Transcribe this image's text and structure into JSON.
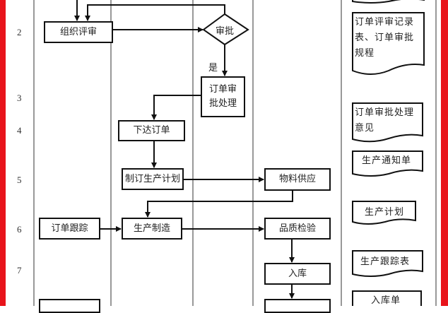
{
  "row_numbers": [
    "2",
    "3",
    "4",
    "5",
    "6",
    "7"
  ],
  "process": {
    "organize_review": "组织评审",
    "approve": "审批",
    "yes_label": "是",
    "order_approval_handling": "订单审\n批处理",
    "issue_order": "下达订单",
    "make_production_plan": "制订生产计划",
    "material_supply": "物料供应",
    "order_tracking": "订单跟踪",
    "production": "生产制造",
    "quality_inspection": "品质检验",
    "warehousing": "入库"
  },
  "documents": [
    "订单评审记录表、订单审批规程",
    "订单审批处理意见",
    "生产通知单",
    "生产计划",
    "生产跟踪表",
    "入库单"
  ],
  "colors": {
    "frame": "#e8141b",
    "line": "#111111"
  }
}
